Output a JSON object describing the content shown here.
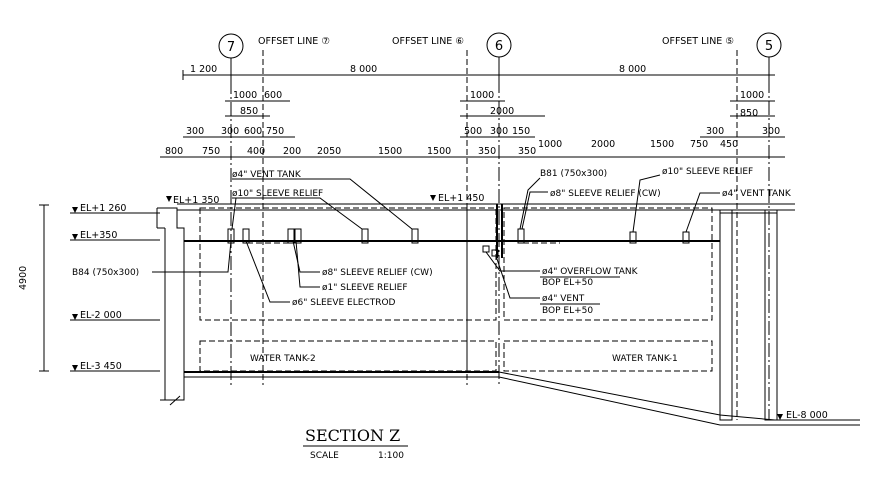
{
  "grid": {
    "g7": "7",
    "g6": "6",
    "g5": "5",
    "offset7": "OFFSET LINE ⑦",
    "offset6": "OFFSET LINE ⑥",
    "offset5": "OFFSET LINE ⑤"
  },
  "dims": {
    "row1": [
      "1 200",
      "8 000",
      "8 000"
    ],
    "row2": [
      "1000",
      "600",
      "1000",
      "1000"
    ],
    "row3": [
      "850",
      "2000",
      "850"
    ],
    "row4": [
      "300",
      "300",
      "600",
      "750",
      "500",
      "300",
      "150",
      "300",
      "300"
    ],
    "row5": [
      "800",
      "750",
      "400",
      "200",
      "2050",
      "1500",
      "1500",
      "350",
      "350",
      "1000",
      "2000",
      "1500",
      "750",
      "450"
    ],
    "vertical": "4900"
  },
  "levels": {
    "top": "EL+1 260",
    "top2": "EL+1 350",
    "mid": "EL+1 450",
    "el350": "EL+350",
    "el2000": "EL-2 000",
    "el3450": "EL-3 450",
    "el8000": "EL-8 000"
  },
  "labels": {
    "vent_tank_left": "ø4\" VENT TANK",
    "sleeve10_left": "ø10\" SLEEVE RELIEF",
    "b81": "B81 (750x300)",
    "sleeve8_cw_right": "ø8\" SLEEVE RELIEF (CW)",
    "sleeve10_right": "ø10\" SLEEVE RELIEF",
    "vent_tank_right": "ø4\" VENT TANK",
    "b84": "B84 (750x300)",
    "sleeve8_cw_left": "ø8\" SLEEVE RELIEF (CW)",
    "sleeve1": "ø1\" SLEEVE RELIEF",
    "sleeve6": "ø6\" SLEEVE ELECTROD",
    "overflow": "ø4\" OVERFLOW TANK",
    "bop1": "BOP EL+50",
    "vent": "ø4\" VENT",
    "bop2": "BOP EL+50",
    "water_tank_2": "WATER TANK-2",
    "water_tank_1": "WATER TANK-1"
  },
  "title": {
    "main": "SECTION Z",
    "scale_label": "SCALE",
    "scale_value": "1:100"
  }
}
